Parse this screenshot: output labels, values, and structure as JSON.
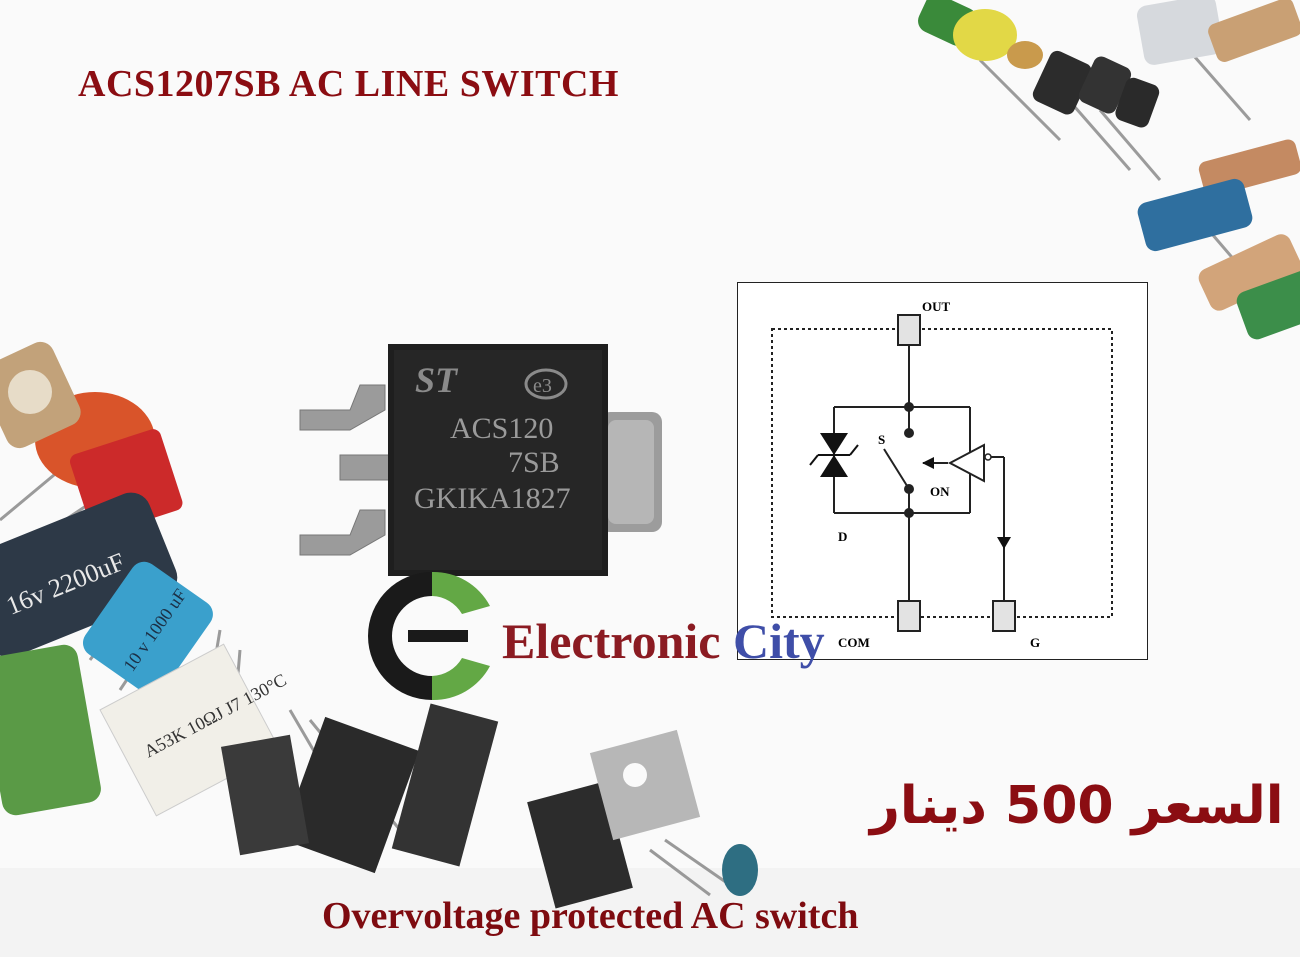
{
  "title": "ACS1207SB AC LINE SWITCH",
  "subtitle": "Overvoltage protected AC switch",
  "price": "السعر 500 دينار",
  "brand": {
    "word1": "Electronic",
    "word2": "City"
  },
  "chip": {
    "logo": "ST",
    "e3": "e3",
    "line1": "ACS120",
    "line2": "7SB",
    "line3": "GKIKA1827"
  },
  "schematic": {
    "pin_out": "OUT",
    "pin_com": "COM",
    "pin_g": "G",
    "label_s": "S",
    "label_on": "ON",
    "label_d": "D"
  },
  "components": {
    "cap_blue": "10 v 1000 uF",
    "cap_black": "16v 2200uF",
    "resistor_white": "A53K 10ΩJ J7 130°C"
  }
}
